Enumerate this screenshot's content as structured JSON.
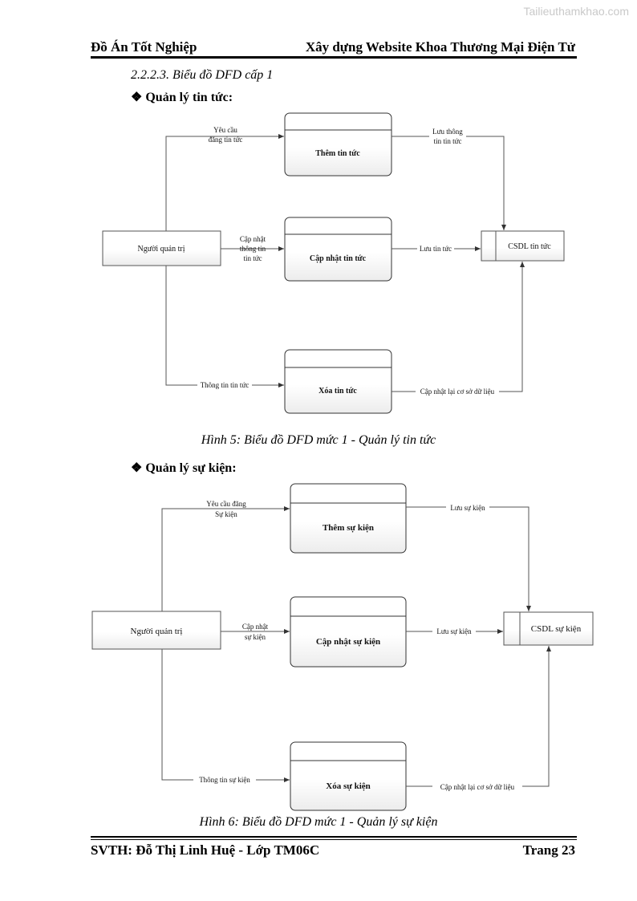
{
  "watermark": "Tailieuthamkhao.com",
  "header": {
    "left": "Đồ Án Tốt Nghiệp",
    "right": "Xây dựng Website Khoa Thương Mại Điện Tử"
  },
  "section_heading": "2.2.2.3. Biểu đồ DFD cấp 1",
  "diagram1": {
    "heading": "Quản lý tin tức:",
    "actor": "Người quản trị",
    "process_add": "Thêm tin tức",
    "process_update": "Cập nhật tin tức",
    "process_delete": "Xóa tin tức",
    "datastore": "CSDL tin tức",
    "flow_add_in": [
      "Yêu cầu",
      "đăng tin tức"
    ],
    "flow_update_in": [
      "Cập nhật",
      "thông tin",
      "tin tức"
    ],
    "flow_delete_in": "Thông tin tin tức",
    "flow_add_out": [
      "Lưu thông",
      "tin tin tức"
    ],
    "flow_update_out": "Lưu tin tức",
    "flow_delete_out": "Cập nhật lại cơ sở dữ liệu",
    "caption": "Hình 5: Biểu đồ DFD mức 1 - Quản lý tin tức"
  },
  "diagram2": {
    "heading": "Quản lý sự kiện:",
    "actor": "Người quản trị",
    "process_add": "Thêm sự kiện",
    "process_update": "Cập nhật sự kiện",
    "process_delete": "Xóa sự kiện",
    "datastore": "CSDL sự kiện",
    "flow_add_in": [
      "Yêu cầu đăng",
      "Sự kiện"
    ],
    "flow_update_in": [
      "Cập nhật",
      "sự kiện"
    ],
    "flow_delete_in": "Thông tin sự kiện",
    "flow_add_out": "Lưu sự kiện",
    "flow_update_out": "Lưu sự kiện",
    "flow_delete_out": "Cập nhật lại cơ sở dữ liệu",
    "caption": "Hình 6: Biểu đồ DFD mức 1 - Quản lý sự kiện"
  },
  "footer": {
    "left": "SVTH: Đỗ Thị Linh Huệ - Lớp TM06C",
    "right": "Trang 23"
  }
}
